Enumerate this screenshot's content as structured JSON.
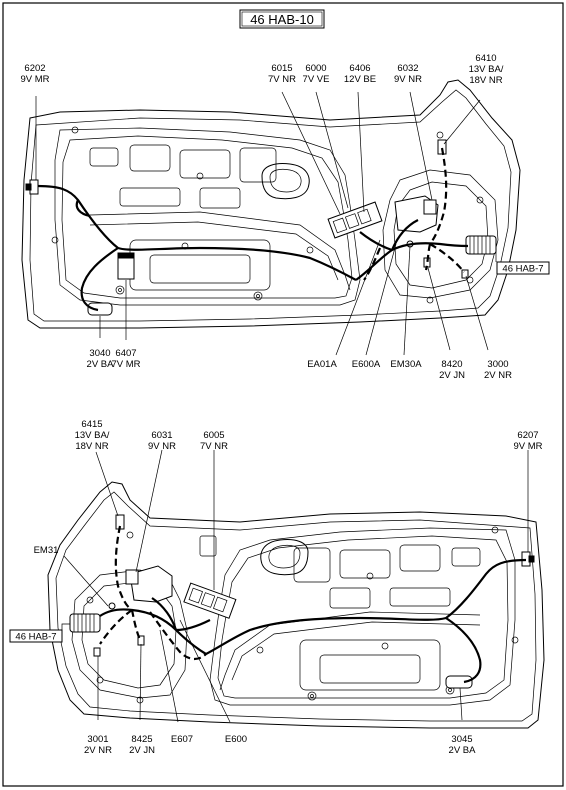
{
  "title": "46  HAB-10",
  "top_door": {
    "callouts": [
      {
        "id": "c6202",
        "code": "6202",
        "desc": "9V  MR"
      },
      {
        "id": "c6015",
        "code": "6015",
        "desc": "7V  NR"
      },
      {
        "id": "c6000",
        "code": "6000",
        "desc": "7V  VE"
      },
      {
        "id": "c6406",
        "code": "6406",
        "desc": "12V  BE"
      },
      {
        "id": "c6032",
        "code": "6032",
        "desc": "9V  NR"
      },
      {
        "id": "c6410",
        "code": "6410",
        "desc": "13V  BA/",
        "desc2": "18V  NR"
      },
      {
        "id": "c3040",
        "code": "3040",
        "desc": "2V  BA"
      },
      {
        "id": "c6407",
        "code": "6407",
        "desc": "7V  MR"
      },
      {
        "id": "c8420",
        "code": "8420",
        "desc": "2V  JN"
      },
      {
        "id": "c3000",
        "code": "3000",
        "desc": "2V  NR"
      }
    ],
    "labels": [
      "EA01A",
      "E600A",
      "EM30A"
    ],
    "reference": "46  HAB-7"
  },
  "bottom_door": {
    "callouts": [
      {
        "id": "c6415",
        "code": "6415",
        "desc": "13V  BA/",
        "desc2": "18V  NR"
      },
      {
        "id": "c6031",
        "code": "6031",
        "desc": "9V  NR"
      },
      {
        "id": "c6005",
        "code": "6005",
        "desc": "7V  NR"
      },
      {
        "id": "c6207",
        "code": "6207",
        "desc": "9V  MR"
      },
      {
        "id": "c3001",
        "code": "3001",
        "desc": "2V  NR"
      },
      {
        "id": "c8425",
        "code": "8425",
        "desc": "2V  JN"
      },
      {
        "id": "c3045",
        "code": "3045",
        "desc": "2V  BA"
      }
    ],
    "labels": [
      "EM31",
      "E607",
      "E600"
    ],
    "reference": "46  HAB-7"
  }
}
